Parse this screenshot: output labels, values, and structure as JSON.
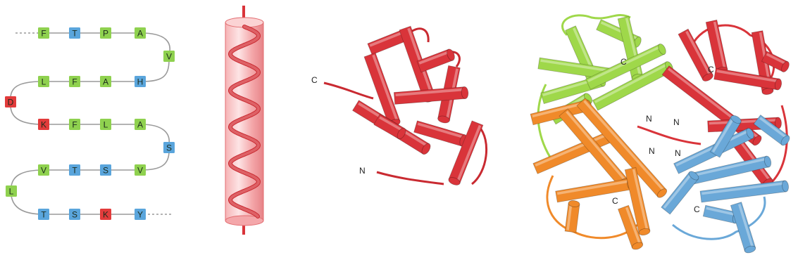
{
  "colors": {
    "hydrophobic": "#8fd14f",
    "polar": "#5aa5dc",
    "charged": "#e23b3b",
    "helix_red": "#d9343a",
    "helix_orange": "#f08a2a",
    "helix_green": "#9fd84a",
    "helix_blue": "#6aa8d8",
    "connector": "#9a9a9a"
  },
  "sequence_panel": {
    "rows": [
      {
        "residues": [
          {
            "letter": "F",
            "class": "hydrophobic"
          },
          {
            "letter": "T",
            "class": "polar"
          },
          {
            "letter": "P",
            "class": "hydrophobic"
          },
          {
            "letter": "A",
            "class": "hydrophobic"
          }
        ]
      },
      {
        "residues": [
          {
            "letter": "V",
            "class": "hydrophobic"
          }
        ]
      },
      {
        "residues": [
          {
            "letter": "L",
            "class": "hydrophobic"
          },
          {
            "letter": "F",
            "class": "hydrophobic"
          },
          {
            "letter": "A",
            "class": "hydrophobic"
          },
          {
            "letter": "H",
            "class": "polar"
          }
        ]
      },
      {
        "residues": [
          {
            "letter": "D",
            "class": "charged"
          }
        ]
      },
      {
        "residues": [
          {
            "letter": "K",
            "class": "charged"
          },
          {
            "letter": "F",
            "class": "hydrophobic"
          },
          {
            "letter": "L",
            "class": "hydrophobic"
          },
          {
            "letter": "A",
            "class": "hydrophobic"
          }
        ]
      },
      {
        "residues": [
          {
            "letter": "S",
            "class": "polar"
          }
        ]
      },
      {
        "residues": [
          {
            "letter": "V",
            "class": "hydrophobic"
          },
          {
            "letter": "T",
            "class": "polar"
          },
          {
            "letter": "S",
            "class": "polar"
          },
          {
            "letter": "V",
            "class": "hydrophobic"
          }
        ]
      },
      {
        "residues": [
          {
            "letter": "L",
            "class": "hydrophobic"
          }
        ]
      },
      {
        "residues": [
          {
            "letter": "T",
            "class": "polar"
          },
          {
            "letter": "S",
            "class": "polar"
          },
          {
            "letter": "K",
            "class": "charged"
          },
          {
            "letter": "Y",
            "class": "polar"
          }
        ]
      }
    ]
  },
  "monomer_panel": {
    "c_label": "C",
    "n_label": "N"
  },
  "tetramer_panel": {
    "labels": [
      "C",
      "C",
      "N",
      "N",
      "N",
      "N",
      "C",
      "C"
    ]
  }
}
